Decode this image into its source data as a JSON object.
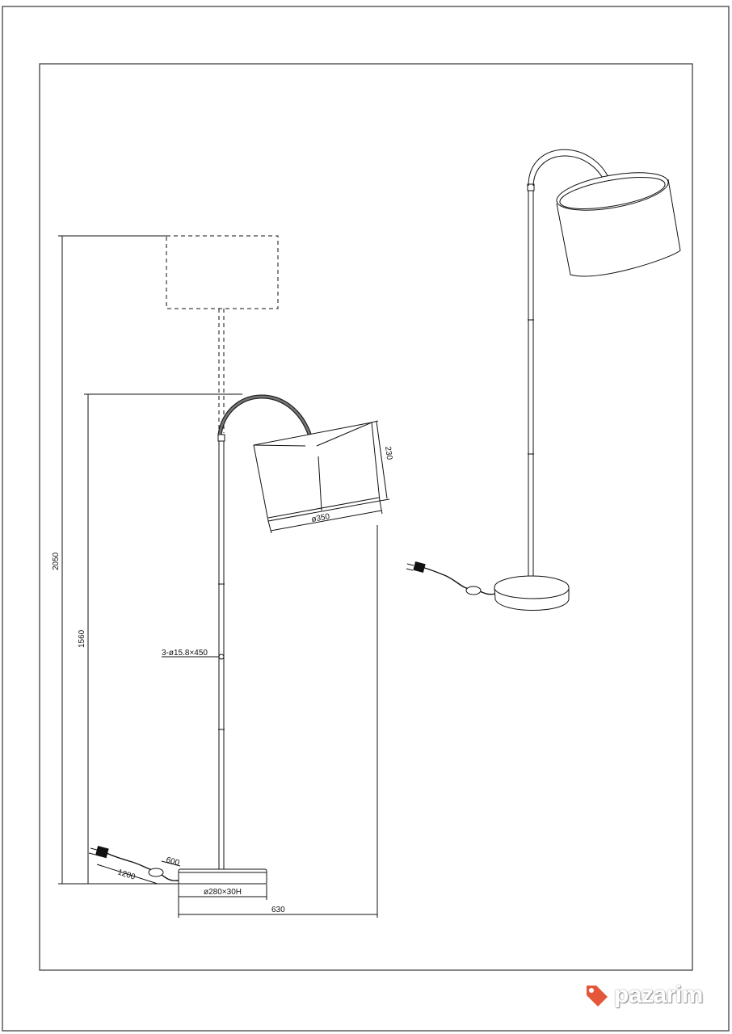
{
  "dimensions": {
    "total_height": "2050",
    "arc_height": "1560",
    "tube": "3-ø15.8×450",
    "shade_height": "230",
    "shade_diameter": "ø350",
    "cable": "1200",
    "switch_cable": "600",
    "base": "ø280×30H",
    "reach": "630"
  },
  "watermark": {
    "brand": "pazarim",
    "color": "#e4573b"
  }
}
